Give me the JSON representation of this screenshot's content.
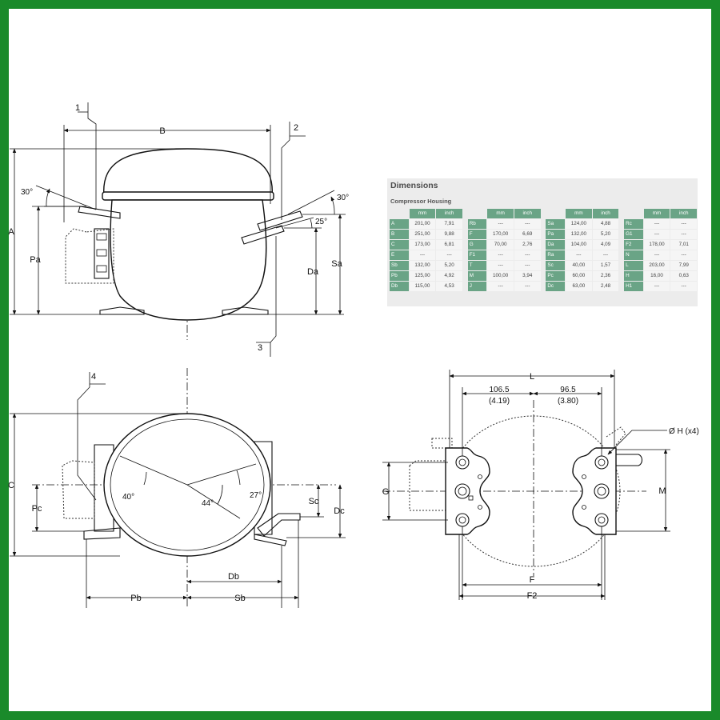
{
  "figure": {
    "callouts": [
      "1",
      "2",
      "3",
      "4"
    ],
    "angles": {
      "top_left": "30°",
      "top_right": "30°",
      "pipe": "25°",
      "bottom_left": "40°",
      "bottom_mid": "44°",
      "bottom_right": "27°"
    },
    "dims": {
      "top_view": [
        "B",
        "A",
        "Pa",
        "Da",
        "Sa"
      ],
      "front_view": [
        "C",
        "Pc",
        "Sc",
        "Dc",
        "Db",
        "Pb",
        "Sb"
      ],
      "base_view": [
        "L",
        "G",
        "M",
        "F",
        "F2",
        "Ø H (x4)"
      ],
      "base_offsets": [
        {
          "mm": "106.5",
          "inch": "(4.19)"
        },
        {
          "mm": "96.5",
          "inch": "(3.80)"
        }
      ]
    }
  },
  "dimensions_table": {
    "title": "Dimensions",
    "subtitle": "Compressor Housing",
    "unit_mm": "mm",
    "unit_inch": "inch",
    "columns": [
      {
        "rows": [
          [
            "A",
            "201,00",
            "7,91"
          ],
          [
            "B",
            "251,00",
            "9,88"
          ],
          [
            "C",
            "173,00",
            "6,81"
          ],
          [
            "E",
            "---",
            "---"
          ],
          [
            "Sb",
            "132,00",
            "5,20"
          ],
          [
            "Pb",
            "125,00",
            "4,92"
          ],
          [
            "Db",
            "115,00",
            "4,53"
          ]
        ]
      },
      {
        "rows": [
          [
            "Rb",
            "---",
            "---"
          ],
          [
            "F",
            "170,00",
            "6,69"
          ],
          [
            "G",
            "70,00",
            "2,76"
          ],
          [
            "F1",
            "---",
            "---"
          ],
          [
            "T",
            "---",
            "---"
          ],
          [
            "M",
            "100,00",
            "3,94"
          ],
          [
            "J",
            "---",
            "---"
          ]
        ]
      },
      {
        "rows": [
          [
            "Sa",
            "124,00",
            "4,88"
          ],
          [
            "Pa",
            "132,00",
            "5,20"
          ],
          [
            "Da",
            "104,00",
            "4,09"
          ],
          [
            "Ra",
            "---",
            "---"
          ],
          [
            "Sc",
            "40,00",
            "1,57"
          ],
          [
            "Pc",
            "60,00",
            "2,36"
          ],
          [
            "Dc",
            "63,00",
            "2,48"
          ]
        ]
      },
      {
        "rows": [
          [
            "Rc",
            "---",
            "---"
          ],
          [
            "G1",
            "---",
            "---"
          ],
          [
            "F2",
            "178,00",
            "7,01"
          ],
          [
            "N",
            "---",
            "---"
          ],
          [
            "L",
            "203,00",
            "7,99"
          ],
          [
            "H",
            "16,00",
            "0,63"
          ],
          [
            "H1",
            "---",
            "---"
          ]
        ]
      }
    ]
  }
}
